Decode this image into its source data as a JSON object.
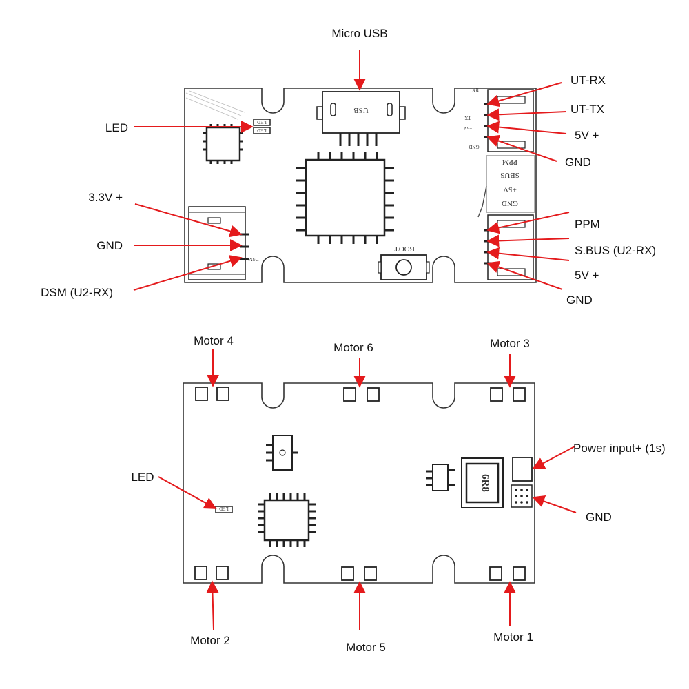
{
  "labels": {
    "micro_usb": "Micro USB",
    "led_top": "LED",
    "ut_rx": "UT-RX",
    "ut_tx": "UT-TX",
    "v5_top": "5V +",
    "gnd_top_right": "GND",
    "v33": "3.3V +",
    "gnd_left": "GND",
    "dsm": "DSM (U2-RX)",
    "ppm": "PPM",
    "sbus": "S.BUS (U2-RX)",
    "v5_bottom": "5V +",
    "gnd_bottom_right": "GND",
    "motor4": "Motor 4",
    "motor6": "Motor 6",
    "motor3": "Motor 3",
    "power_input": "Power input+ (1s)",
    "led_bottom": "LED",
    "gnd_power": "GND",
    "motor2": "Motor 2",
    "motor5": "Motor 5",
    "motor1": "Motor 1"
  },
  "silkscreen": {
    "usb": "USB",
    "boot": "BOOT",
    "rx": "RX",
    "tx": "TX",
    "plus5v": "+5V",
    "gnd": "GND",
    "ppm": "PPM",
    "sbus": "SBUS",
    "dsm": "DSM",
    "led": "LED",
    "inductor": "6R8"
  },
  "colors": {
    "arrow": "#e41a1c",
    "outline": "#333333"
  }
}
